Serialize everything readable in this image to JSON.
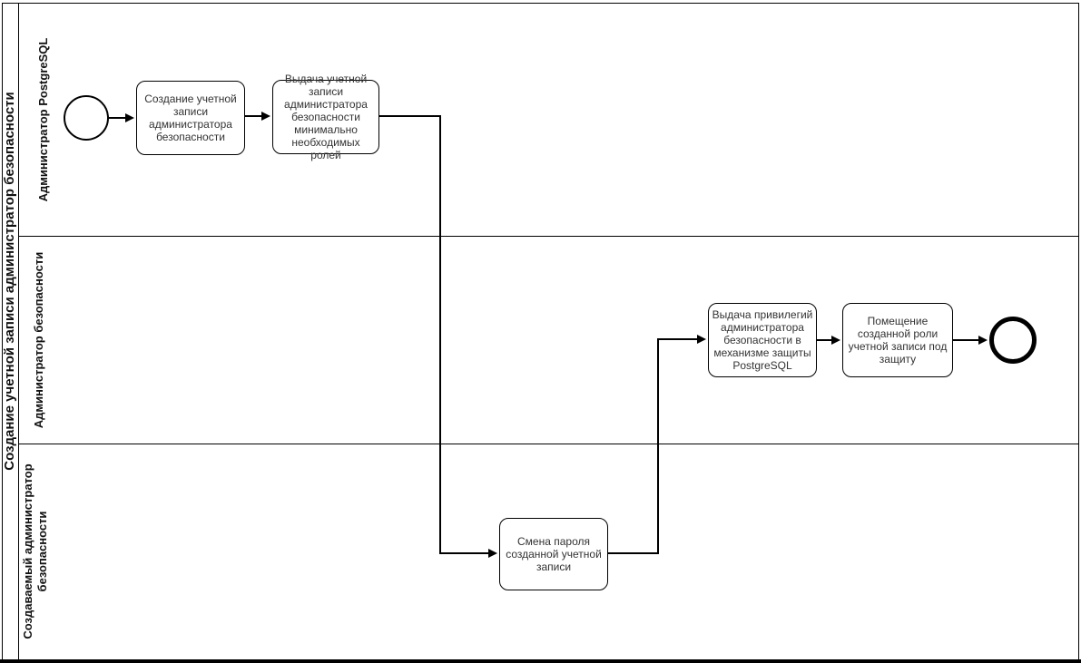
{
  "pool": {
    "title": "Создание учетной записи администратор безопасности",
    "lanes": [
      {
        "label": "Администратор PostgreSQL"
      },
      {
        "label": "Администратор безопасности"
      },
      {
        "label": "Создаваемый администратор безопасности"
      }
    ]
  },
  "tasks": [
    {
      "label": "Создание учетной записи администратора безопасности"
    },
    {
      "label": "Выдача учетной записи администратора безопасности минимально необходимых ролей"
    },
    {
      "label": "Смена пароля созданной учетной записи"
    },
    {
      "label": "Выдача привилегий администратора безопасности в механизме защиты PostgreSQL"
    },
    {
      "label": "Помещение созданной роли учетной записи под защиту"
    }
  ],
  "events": {
    "start": {
      "type": "start-event"
    },
    "end": {
      "type": "end-event"
    }
  },
  "colors": {
    "stroke": "#000000",
    "fill": "#ffffff",
    "text": "#333333",
    "background": "#ffffff"
  }
}
